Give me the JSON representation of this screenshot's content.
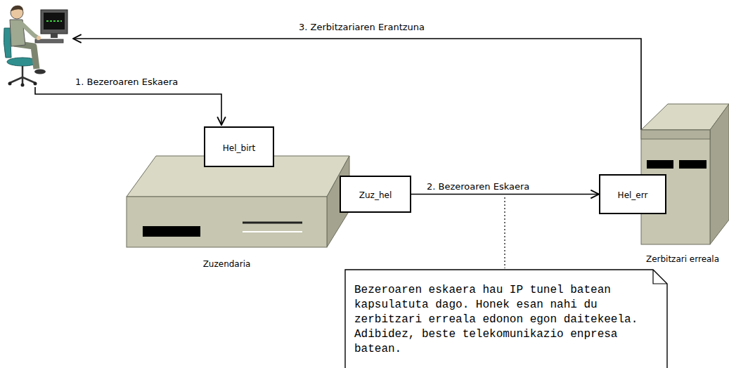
{
  "diagram": {
    "nodes": [
      {
        "text": [
          "Zuzendaria"
        ]
      },
      {
        "text": [
          "Hel_birt"
        ],
        "in": 0
      },
      {
        "text": [
          "Zuz_hel"
        ],
        "in": 0
      },
      {
        "text": [
          "Zerbitzari erreala"
        ]
      },
      {
        "text": [
          "Hel_err"
        ],
        "in": 3
      },
      {
        "text": [
          "Bezeroaren eskaera hau IP tunel batean kapsulatuta dago. Honek esan nahi du zerbitzari erreala edonon egon daitekeela. Adibidez, beste telekomunikazio enpresa batean."
        ]
      }
    ],
    "edges": [
      {
        "from": 2,
        "to": 4,
        "arrow": "to",
        "label": "2. Bezeroaren Eskaera"
      }
    ],
    "labels": [
      "1. Bezeroaren Eskaera",
      "3. Zerbitzariaren Erantzuna"
    ]
  }
}
